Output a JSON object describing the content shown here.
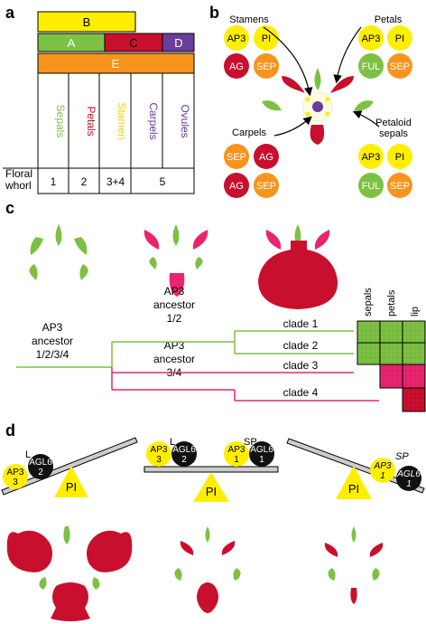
{
  "panels": {
    "a": "a",
    "b": "b",
    "c": "c",
    "d": "d"
  },
  "colors": {
    "green": "#7dc143",
    "red": "#c8102e",
    "yellow": "#ffee00",
    "purple": "#6a3d9a",
    "orange": "#f7941d",
    "magenta": "#e8256e",
    "black": "#111111",
    "grey": "#cccccc"
  },
  "panel_a": {
    "classes": {
      "B": "B",
      "A": "A",
      "C": "C",
      "D": "D",
      "E": "E"
    },
    "organs": [
      "Sepals",
      "Petals",
      "Stamen",
      "Carpels",
      "Ovules"
    ],
    "floral_whorl_label_1": "Floral",
    "floral_whorl_label_2": "whorl",
    "whorls": [
      "1",
      "2",
      "3+4",
      "5"
    ]
  },
  "panel_b": {
    "stamens_label": "Stamens",
    "petals_label": "Petals",
    "carpels_label": "Carpels",
    "petaloid_label_1": "Petaloid",
    "petaloid_label_2": "sepals",
    "stamens_genes": [
      "AP3",
      "PI",
      "AG",
      "SEP"
    ],
    "petals_genes": [
      "AP3",
      "PI",
      "FUL",
      "SEP"
    ],
    "carpels_genes": [
      "SEP",
      "AG",
      "AG",
      "SEP"
    ],
    "petaloid_genes": [
      "AP3",
      "PI",
      "FUL",
      "SEP"
    ]
  },
  "panel_c": {
    "root_label": [
      "AP3",
      "ancestor",
      "1/2/3/4"
    ],
    "anc12_label": [
      "AP3",
      "ancestor",
      "1/2"
    ],
    "anc34_label": [
      "AP3",
      "ancestor",
      "3/4"
    ],
    "clades": [
      "clade 1",
      "clade 2",
      "clade 3",
      "clade 4"
    ],
    "columns": [
      "sepals",
      "petals",
      "lip"
    ]
  },
  "panel_d": {
    "left": {
      "L": "L",
      "ap3": [
        "AP3",
        "3"
      ],
      "agl6": [
        "AGL6",
        "2"
      ],
      "pi": "PI"
    },
    "mid": {
      "L": "L",
      "SP": "SP",
      "ap3_l": [
        "AP3",
        "3"
      ],
      "agl6_l": [
        "AGL6",
        "2"
      ],
      "ap3_s": [
        "AP3",
        "1"
      ],
      "agl6_s": [
        "AGL6",
        "1"
      ],
      "pi": "PI"
    },
    "right": {
      "SP": "SP",
      "ap3": [
        "AP3",
        "1"
      ],
      "agl6": [
        "AGL6",
        "1"
      ],
      "pi": "PI"
    }
  }
}
